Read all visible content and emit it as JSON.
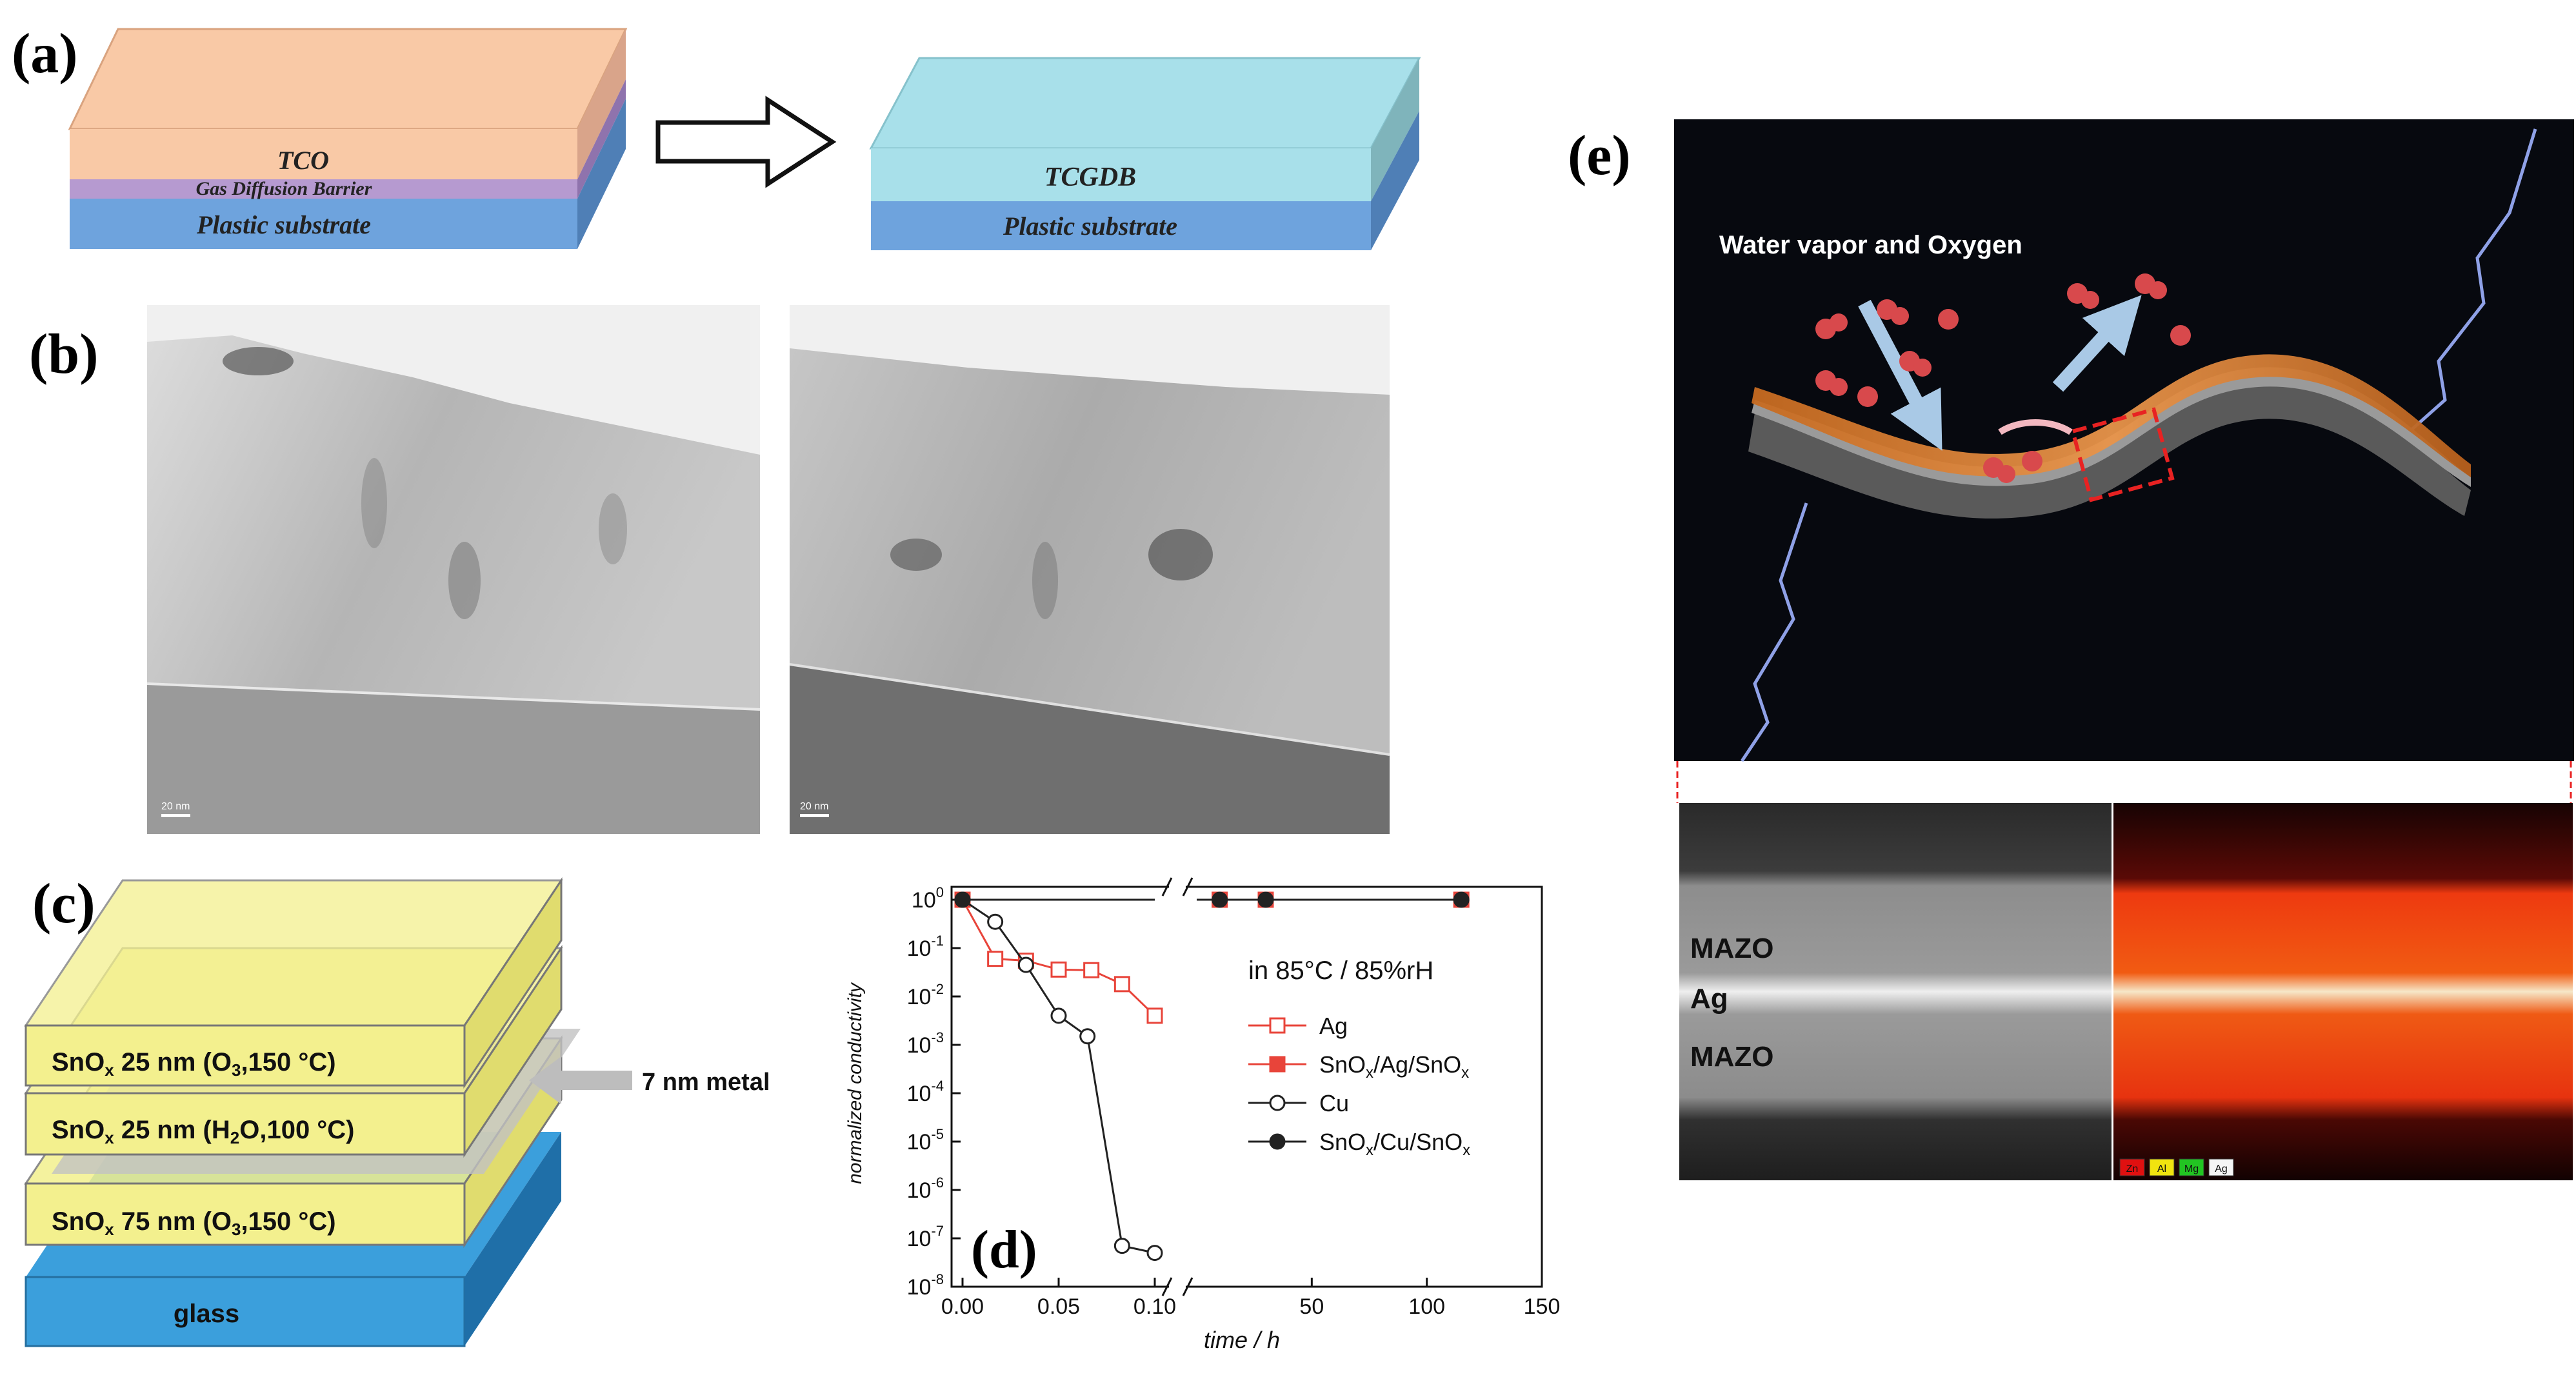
{
  "panel_labels": {
    "a": "(a)",
    "b": "(b)",
    "c": "(c)",
    "d": "(d)",
    "e": "(e)"
  },
  "panel_a": {
    "left_stack": {
      "top": "TCO",
      "middle": "Gas Diffusion Barrier",
      "bottom": "Plastic substrate"
    },
    "right_stack": {
      "top": "TCGDB",
      "bottom": "Plastic substrate"
    },
    "colors": {
      "tco": "#f9c9a6",
      "barrier": "#b69ad0",
      "substrate": "#6ea3dd",
      "tcgdb": "#a8e0ea"
    }
  },
  "panel_b": {
    "scale_left": "20 nm",
    "scale_right": "20 nm"
  },
  "panel_c": {
    "layers": {
      "top": {
        "main": "SnO",
        "sub": "x",
        "rest": " 25 nm (O",
        "sub2": "3",
        "end": ",150 °C)"
      },
      "mid": {
        "main": "SnO",
        "sub": "x",
        "rest": " 25 nm (H",
        "sub2": "2",
        "end": "O,100 °C)"
      },
      "low": {
        "main": "SnO",
        "sub": "x",
        "rest": " 75 nm (O",
        "sub2": "3",
        "end": ",150 °C)"
      }
    },
    "glass": "glass",
    "metal": "7 nm metal",
    "colors": {
      "layer": "#f3f08e",
      "glass": "#3b9fdc"
    }
  },
  "chart_data": {
    "type": "line",
    "xlabel": "time / h",
    "ylabel": "normalized conductivity",
    "y_scale": "log",
    "ylim": [
      1e-08,
      1
    ],
    "x_broken": true,
    "x_ticks_left": [
      "0.00",
      "0.05",
      "0.10"
    ],
    "x_ticks_right": [
      "50",
      "100",
      "150"
    ],
    "y_ticks": [
      "10-8",
      "10-7",
      "10-6",
      "10-5",
      "10-4",
      "10-3",
      "10-2",
      "10-1",
      "100"
    ],
    "condition": "in 85°C / 85%rH",
    "series": [
      {
        "name": "Ag",
        "color": "#e8443a",
        "marker": "open-square",
        "points": [
          [
            0,
            1
          ],
          [
            0.017,
            0.06
          ],
          [
            0.033,
            0.055
          ],
          [
            0.05,
            0.036
          ],
          [
            0.067,
            0.035
          ],
          [
            0.083,
            0.018
          ],
          [
            0.1,
            0.004
          ]
        ]
      },
      {
        "name": "SnOx/Ag/SnOx",
        "color": "#e8443a",
        "marker": "filled-square",
        "points_left": [
          [
            0,
            1
          ]
        ],
        "points_right": [
          [
            10,
            1
          ],
          [
            30,
            1
          ],
          [
            115,
            1
          ]
        ]
      },
      {
        "name": "Cu",
        "color": "#222222",
        "marker": "open-circle",
        "points": [
          [
            0,
            1
          ],
          [
            0.017,
            0.35
          ],
          [
            0.033,
            0.045
          ],
          [
            0.05,
            0.004
          ],
          [
            0.065,
            0.0015
          ],
          [
            0.083,
            7e-08
          ],
          [
            0.1,
            5e-08
          ]
        ]
      },
      {
        "name": "SnOx/Cu/SnOx",
        "color": "#222222",
        "marker": "filled-circle",
        "points_left": [
          [
            0,
            1
          ]
        ],
        "points_right": [
          [
            10,
            1
          ],
          [
            30,
            1
          ],
          [
            115,
            1
          ]
        ]
      }
    ],
    "legend": [
      {
        "main": "Ag"
      },
      {
        "main": "SnO",
        "sub": "x",
        "mid": "/Ag/SnO",
        "sub2": "x"
      },
      {
        "main": "Cu"
      },
      {
        "main": "SnO",
        "sub": "x",
        "mid": "/Cu/SnO",
        "sub2": "x"
      }
    ]
  },
  "panel_e": {
    "caption": "Water vapor and Oxygen",
    "tem_labels": {
      "top": "MAZO",
      "mid": "Ag",
      "bottom": "MAZO"
    },
    "map_legend": [
      {
        "label": "Zn",
        "color": "#e01010"
      },
      {
        "label": "Al",
        "color": "#f1e30f"
      },
      {
        "label": "Mg",
        "color": "#22c422"
      },
      {
        "label": "Ag",
        "color": "#f5f5f5"
      }
    ]
  }
}
